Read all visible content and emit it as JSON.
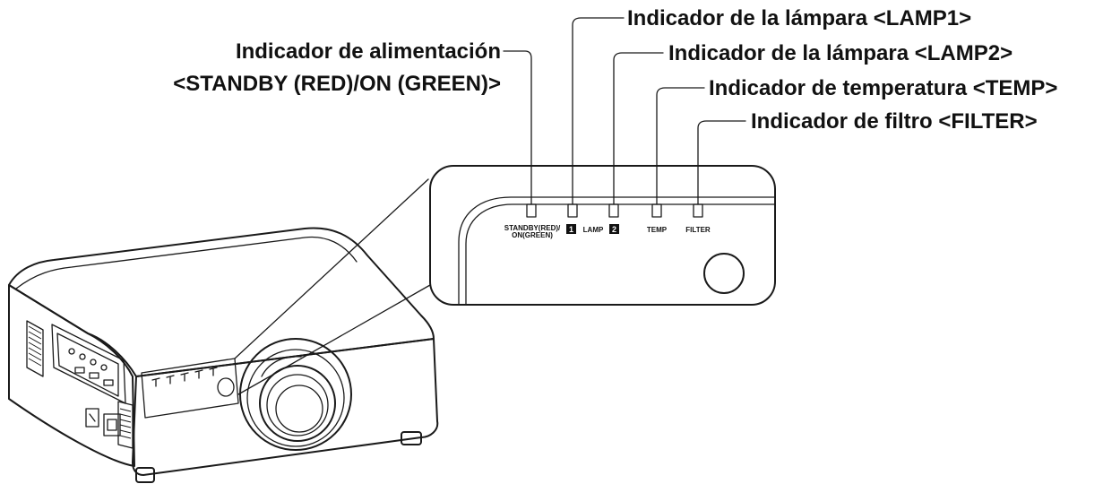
{
  "callouts": {
    "lamp1": "Indicador de la lámpara <LAMP1>",
    "power_line1": "Indicador de alimentación",
    "power_line2": "<STANDBY (RED)/ON (GREEN)>",
    "lamp2": "Indicador de la lámpara <LAMP2>",
    "temp": "Indicador de temperatura <TEMP>",
    "filter": "Indicador de filtro <FILTER>"
  },
  "panel_labels": {
    "standby_line1": "STANDBY(RED)/",
    "standby_line2": "ON(GREEN)",
    "lamp_1_badge": "1",
    "lamp": "LAMP",
    "lamp_2_badge": "2",
    "temp": "TEMP",
    "filter": "FILTER"
  }
}
